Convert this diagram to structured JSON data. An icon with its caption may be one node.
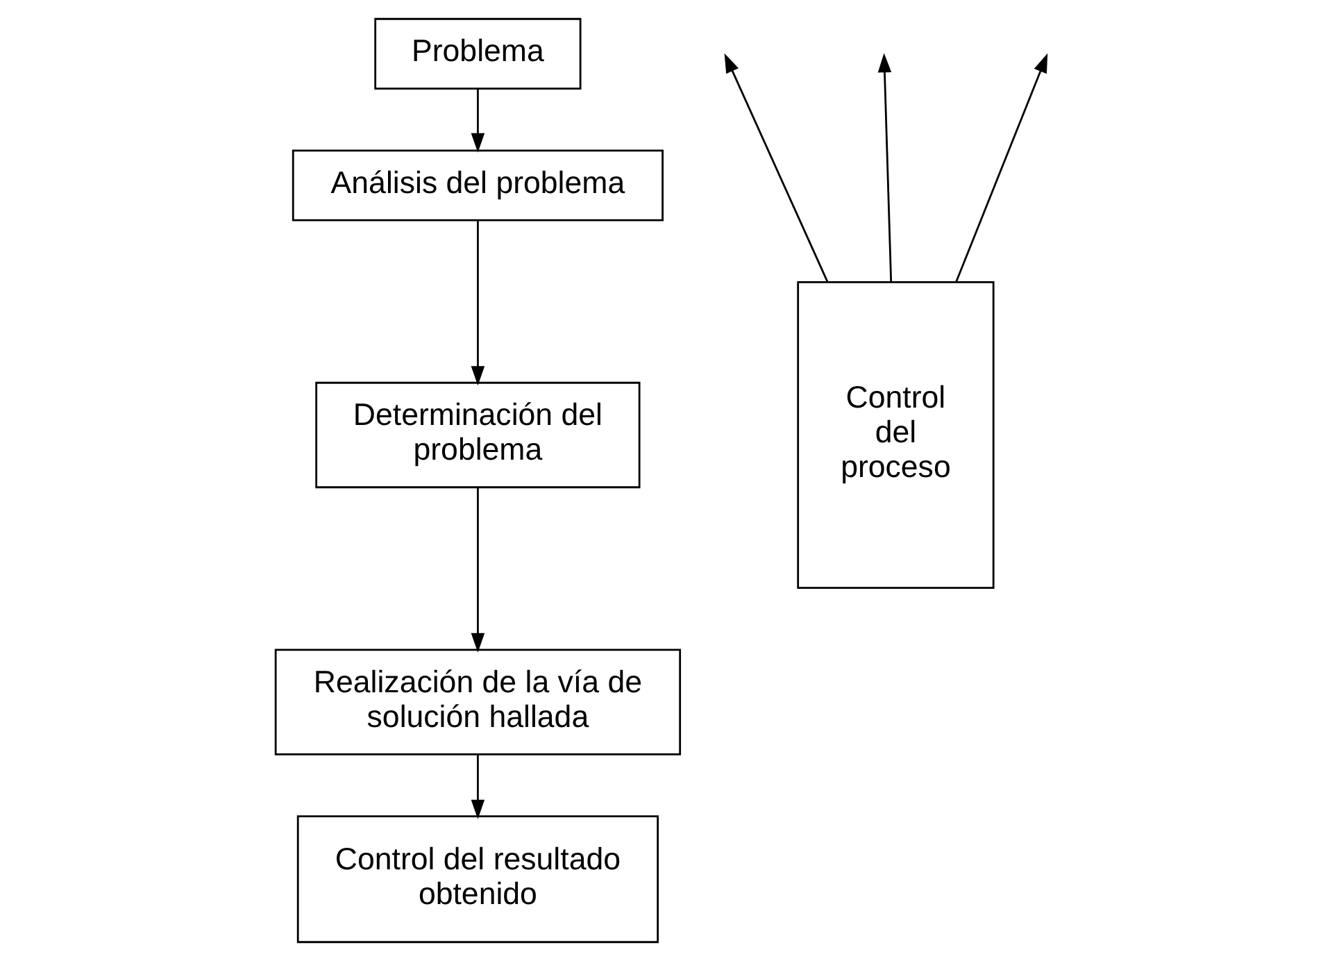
{
  "diagram": {
    "nodes": [
      {
        "text": [
          "Problema"
        ]
      },
      {
        "text": [
          "Análisis del problema"
        ]
      },
      {
        "text": [
          "Determinación del problema"
        ]
      },
      {
        "text": [
          "Realización de la vía de solución hallada"
        ]
      },
      {
        "text": [
          "Control del resultado obtenido"
        ]
      },
      {
        "text": [
          "Control del proceso"
        ]
      }
    ],
    "edges": [
      {
        "from": 0,
        "to": 1,
        "arrow": "to"
      },
      {
        "from": 1,
        "to": 2,
        "arrow": "to"
      },
      {
        "from": 2,
        "to": 3,
        "arrow": "to"
      },
      {
        "from": 3,
        "to": 4,
        "arrow": "to"
      },
      {
        "from": 5,
        "to": null,
        "arrow": "to"
      },
      {
        "from": 5,
        "to": null,
        "arrow": "to"
      },
      {
        "from": 5,
        "to": null,
        "arrow": "to"
      }
    ]
  }
}
